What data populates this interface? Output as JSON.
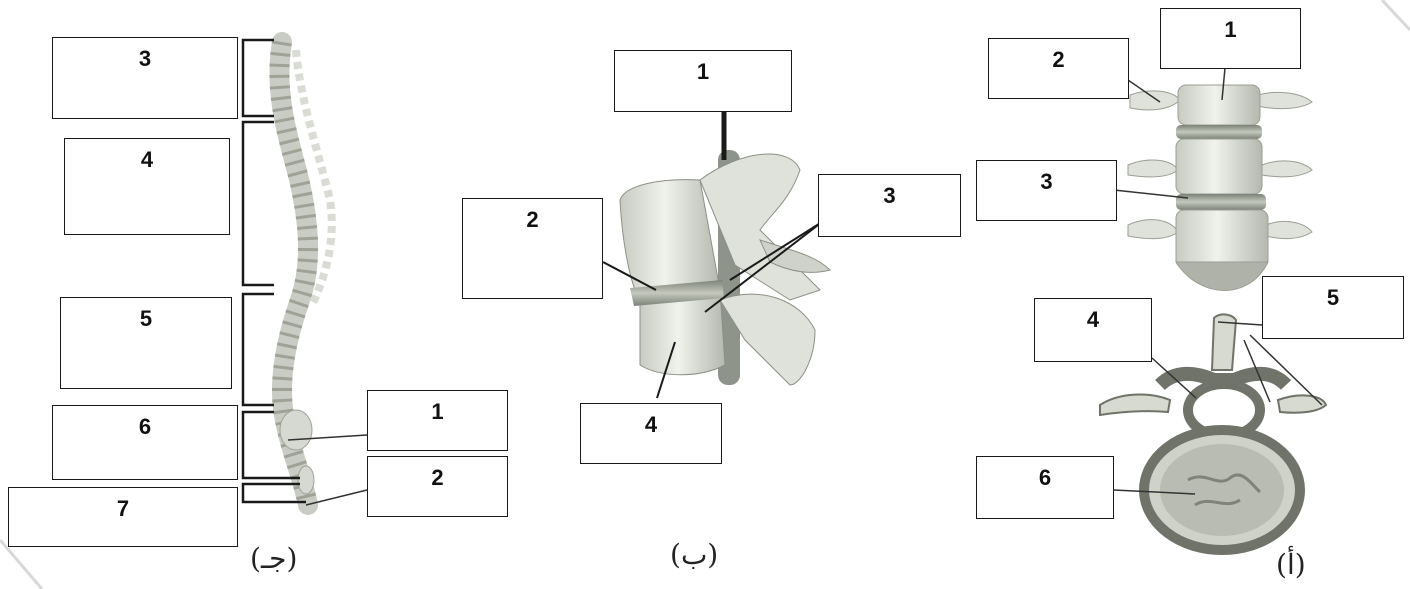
{
  "panels": {
    "c": {
      "caption": "(جـ)",
      "region_labels": [
        "3",
        "4",
        "5",
        "6",
        "7"
      ],
      "part_labels": [
        "1",
        "2"
      ]
    },
    "b": {
      "caption": "(ب)",
      "labels": [
        "1",
        "2",
        "3",
        "4"
      ]
    },
    "a": {
      "caption": "(أ)",
      "labels": [
        "1",
        "2",
        "3",
        "4",
        "5",
        "6"
      ]
    }
  },
  "colors": {
    "bone": "#e7e9e3",
    "bone_shade": "#b9bdb3",
    "disc": "#8e9488",
    "line": "#1a1a1a"
  }
}
